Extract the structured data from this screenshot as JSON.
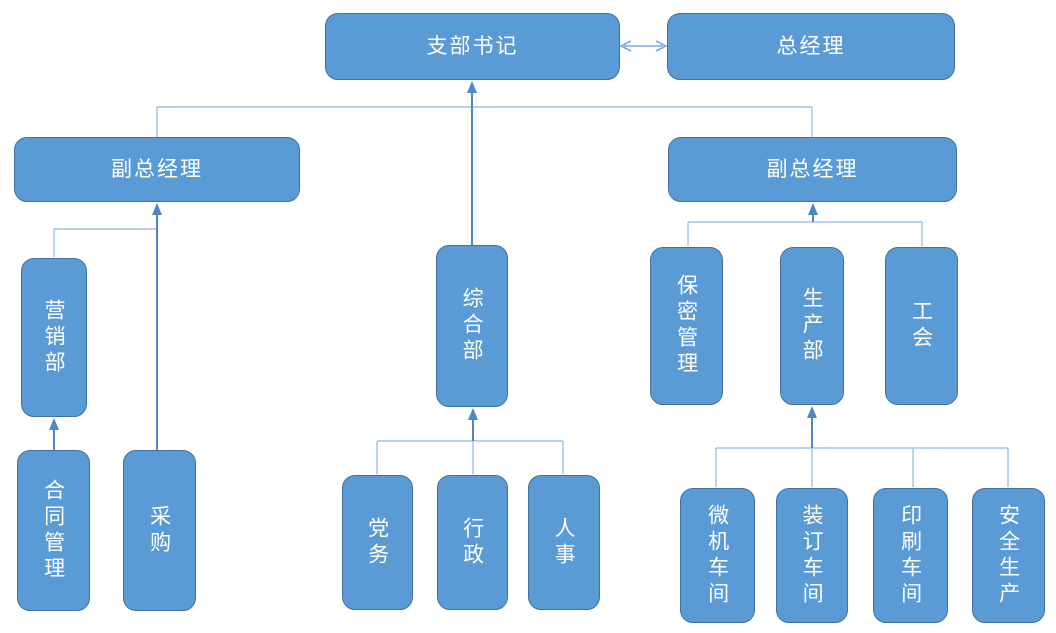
{
  "diagram": {
    "type": "org-chart",
    "nodes": {
      "branch_secretary": "支部书记",
      "general_manager": "总经理",
      "deputy_general_manager_left": "副总经理",
      "deputy_general_manager_right": "副总经理",
      "general_affairs_dept": "综合部",
      "marketing_dept": "营销部",
      "contract_management": "合同管理",
      "procurement": "采购",
      "party_affairs": "党务",
      "administration": "行政",
      "human_resources": "人事",
      "confidentiality_management": "保密管理",
      "production_dept": "生产部",
      "labor_union": "工会",
      "computer_workshop": "微机车间",
      "binding_workshop": "装订车间",
      "printing_workshop": "印刷车间",
      "work_safety": "安全生产"
    },
    "edges": [
      {
        "from": "branch_secretary",
        "to": "general_manager",
        "type": "double_arrow"
      },
      {
        "from": "general_affairs_dept",
        "to": "branch_secretary",
        "type": "arrow"
      },
      {
        "from": "deputy_general_manager_left",
        "to": "branch_secretary",
        "type": "line"
      },
      {
        "from": "deputy_general_manager_right",
        "to": "branch_secretary",
        "type": "line"
      },
      {
        "from": "marketing_dept",
        "to": "deputy_general_manager_left",
        "type": "line"
      },
      {
        "from": "procurement",
        "to": "deputy_general_manager_left",
        "type": "arrow"
      },
      {
        "from": "contract_management",
        "to": "marketing_dept",
        "type": "arrow"
      },
      {
        "from": "party_affairs",
        "to": "general_affairs_dept",
        "type": "line"
      },
      {
        "from": "administration",
        "to": "general_affairs_dept",
        "type": "arrow"
      },
      {
        "from": "human_resources",
        "to": "general_affairs_dept",
        "type": "line"
      },
      {
        "from": "confidentiality_management",
        "to": "deputy_general_manager_right",
        "type": "line"
      },
      {
        "from": "production_dept",
        "to": "deputy_general_manager_right",
        "type": "arrow"
      },
      {
        "from": "labor_union",
        "to": "deputy_general_manager_right",
        "type": "line"
      },
      {
        "from": "computer_workshop",
        "to": "production_dept",
        "type": "line"
      },
      {
        "from": "binding_workshop",
        "to": "production_dept",
        "type": "arrow"
      },
      {
        "from": "printing_workshop",
        "to": "production_dept",
        "type": "line"
      },
      {
        "from": "safety_production",
        "to": "production_dept",
        "type": "line"
      }
    ],
    "colors": {
      "node_fill": "#5B9BD5",
      "node_border": "#41719C",
      "node_text": "#FFFFFF",
      "connector_light": "#9DC3E6",
      "connector_dark": "#4D87C6",
      "double_arrow": "#7FA9D9",
      "background": "#FFFFFF"
    }
  }
}
